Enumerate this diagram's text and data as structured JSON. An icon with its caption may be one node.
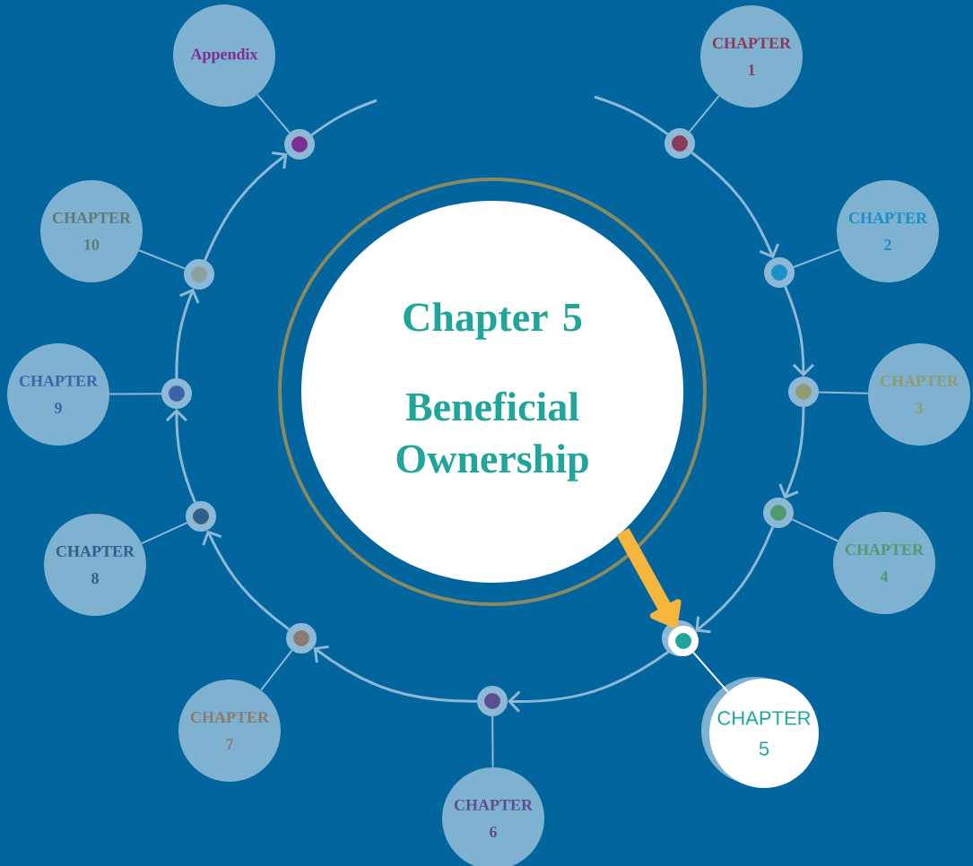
{
  "diagram": {
    "nodes": [
      {
        "text": [
          "Chapter 5",
          "Beneficial Ownership"
        ]
      },
      {
        "text": [
          "CHAPTER 1"
        ]
      },
      {
        "text": [
          "CHAPTER 2"
        ]
      },
      {
        "text": [
          "CHAPTER 3"
        ]
      },
      {
        "text": [
          "CHAPTER 4"
        ]
      },
      {
        "text": [
          "CHAPTER 5"
        ]
      },
      {
        "text": [
          "CHAPTER 6"
        ]
      },
      {
        "text": [
          "CHAPTER 7"
        ]
      },
      {
        "text": [
          "CHAPTER 8"
        ]
      },
      {
        "text": [
          "CHAPTER 9"
        ]
      },
      {
        "text": [
          "CHAPTER 10"
        ]
      },
      {
        "text": [
          "Appendix"
        ]
      },
      {
        "text": [],
        "shape": "circle"
      },
      {
        "text": [],
        "shape": "circle"
      },
      {
        "text": [],
        "shape": "circle"
      },
      {
        "text": [],
        "shape": "circle"
      },
      {
        "text": [],
        "shape": "circle"
      },
      {
        "text": [],
        "shape": "circle"
      },
      {
        "text": [],
        "shape": "circle"
      },
      {
        "text": [],
        "shape": "circle"
      },
      {
        "text": [],
        "shape": "circle"
      },
      {
        "text": [],
        "shape": "circle"
      },
      {
        "text": [],
        "shape": "circle"
      }
    ],
    "edges": [
      {
        "from": 1,
        "to": 12,
        "arrow": "none"
      },
      {
        "from": 2,
        "to": 13,
        "arrow": "none"
      },
      {
        "from": 3,
        "to": 14,
        "arrow": "none"
      },
      {
        "from": 4,
        "to": 15,
        "arrow": "none"
      },
      {
        "from": 5,
        "to": 16,
        "arrow": "none",
        "color": "#ffffff"
      },
      {
        "from": 6,
        "to": 17,
        "arrow": "none"
      },
      {
        "from": 7,
        "to": 18,
        "arrow": "none"
      },
      {
        "from": 8,
        "to": 19,
        "arrow": "none"
      },
      {
        "from": 9,
        "to": 20,
        "arrow": "none"
      },
      {
        "from": 10,
        "to": 21,
        "arrow": "none"
      },
      {
        "from": 11,
        "to": 22,
        "arrow": "none"
      },
      {
        "from": null,
        "to": 12,
        "arrow": "none"
      },
      {
        "from": 12,
        "to": 13,
        "arrow": "to"
      },
      {
        "from": 13,
        "to": 14,
        "arrow": "to"
      },
      {
        "from": 14,
        "to": 15,
        "arrow": "to"
      },
      {
        "from": 15,
        "to": 16,
        "arrow": "to"
      },
      {
        "from": 16,
        "to": 17,
        "arrow": "to"
      },
      {
        "from": 17,
        "to": 18,
        "arrow": "to"
      },
      {
        "from": 18,
        "to": 19,
        "arrow": "to"
      },
      {
        "from": 19,
        "to": 20,
        "arrow": "to"
      },
      {
        "from": 20,
        "to": 21,
        "arrow": "to"
      },
      {
        "from": 21,
        "to": 22,
        "arrow": "to"
      },
      {
        "from": 22,
        "to": null,
        "arrow": "none"
      },
      {
        "from": 0,
        "to": 16,
        "arrow": "to",
        "style": "thick",
        "color": "#f6b53c"
      }
    ]
  }
}
